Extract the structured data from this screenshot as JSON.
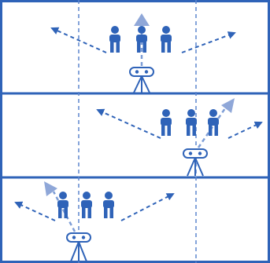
{
  "colors": {
    "primary": "#2f63b8",
    "accent": "#8fa7d8",
    "background": "#ffffff"
  },
  "icons": [
    "person-icon",
    "camera-icon",
    "tripod-icon",
    "arrow-icon"
  ],
  "panels": [
    {
      "people": 3,
      "arrow_count": 3,
      "highlight_arrow": "up"
    },
    {
      "people": 3,
      "arrow_count": 3,
      "highlight_arrow": "up-right"
    },
    {
      "people": 3,
      "arrow_count": 3,
      "highlight_arrow": "up-left"
    }
  ]
}
